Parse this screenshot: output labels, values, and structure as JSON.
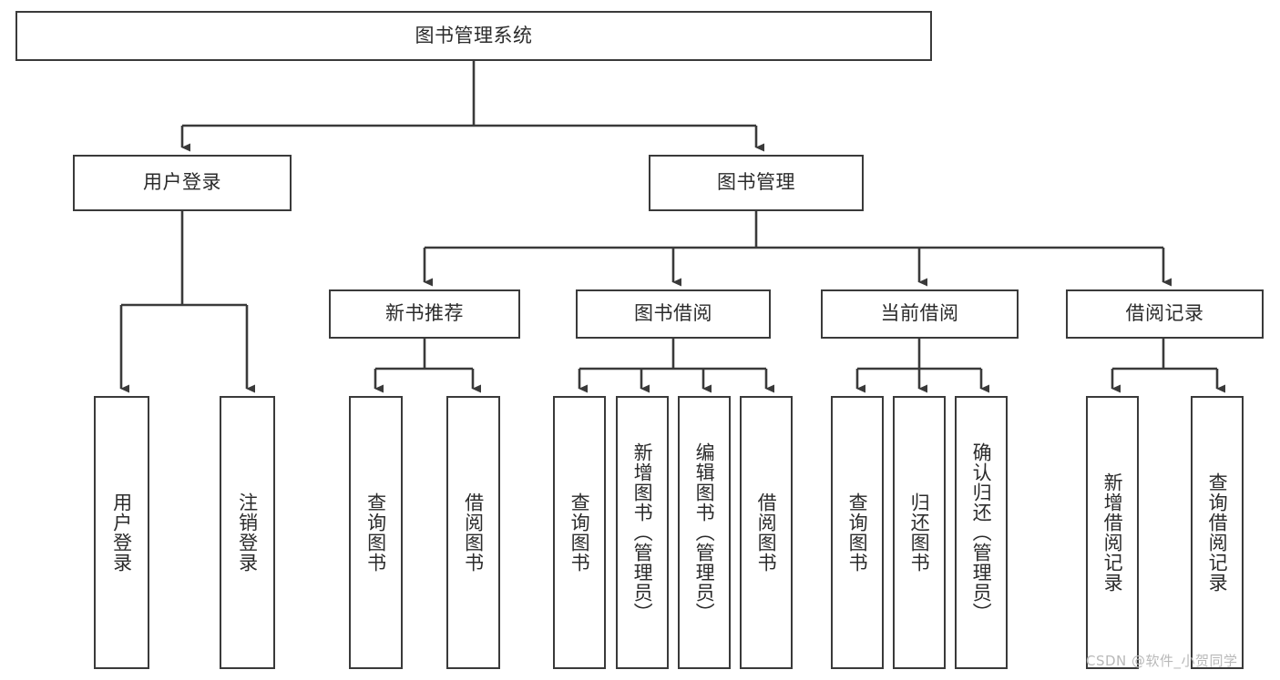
{
  "diagram": {
    "type": "tree-hierarchy",
    "title": "图书管理系统",
    "orientation": "top-down",
    "colors": {
      "border": "#3a3a3a",
      "fill": "#ffffff",
      "text": "#2b2b2b",
      "connector": "#3a3a3a",
      "watermark": "#b9b9b9"
    },
    "root": {
      "id": "root",
      "label": "图书管理系统",
      "orientation": "horizontal"
    },
    "level2": [
      {
        "id": "user-login",
        "label": "用户登录",
        "orientation": "horizontal"
      },
      {
        "id": "book-manage",
        "label": "图书管理",
        "orientation": "horizontal"
      }
    ],
    "level3": [
      {
        "id": "new-book-recommend",
        "label": "新书推荐",
        "orientation": "horizontal",
        "parent": "book-manage"
      },
      {
        "id": "book-borrow",
        "label": "图书借阅",
        "orientation": "horizontal",
        "parent": "book-manage"
      },
      {
        "id": "current-borrow",
        "label": "当前借阅",
        "orientation": "horizontal",
        "parent": "book-manage"
      },
      {
        "id": "borrow-record",
        "label": "借阅记录",
        "orientation": "horizontal",
        "parent": "book-manage"
      }
    ],
    "leaves": [
      {
        "id": "leaf-user-login",
        "label": "用户登录",
        "orientation": "vertical",
        "parent": "user-login"
      },
      {
        "id": "leaf-user-logout",
        "label": "注销登录",
        "orientation": "vertical",
        "parent": "user-login"
      },
      {
        "id": "leaf-query-book-1",
        "label": "查询图书",
        "orientation": "vertical",
        "parent": "new-book-recommend"
      },
      {
        "id": "leaf-borrow-book-1",
        "label": "借阅图书",
        "orientation": "vertical",
        "parent": "new-book-recommend"
      },
      {
        "id": "leaf-query-book-2",
        "label": "查询图书",
        "orientation": "vertical",
        "parent": "book-borrow"
      },
      {
        "id": "leaf-add-book",
        "label": "新增图书（管理员）",
        "orientation": "vertical",
        "parent": "book-borrow"
      },
      {
        "id": "leaf-edit-book",
        "label": "编辑图书（管理员）",
        "orientation": "vertical",
        "parent": "book-borrow"
      },
      {
        "id": "leaf-borrow-book-2",
        "label": "借阅图书",
        "orientation": "vertical",
        "parent": "book-borrow"
      },
      {
        "id": "leaf-query-book-3",
        "label": "查询图书",
        "orientation": "vertical",
        "parent": "current-borrow"
      },
      {
        "id": "leaf-return-book",
        "label": "归还图书",
        "orientation": "vertical",
        "parent": "current-borrow"
      },
      {
        "id": "leaf-confirm-return",
        "label": "确认归还（管理员）",
        "orientation": "vertical",
        "parent": "current-borrow"
      },
      {
        "id": "leaf-add-record",
        "label": "新增借阅记录",
        "orientation": "vertical",
        "parent": "borrow-record"
      },
      {
        "id": "leaf-query-record",
        "label": "查询借阅记录",
        "orientation": "vertical",
        "parent": "borrow-record"
      }
    ],
    "watermark": "CSDN @软件_小贺同学"
  }
}
